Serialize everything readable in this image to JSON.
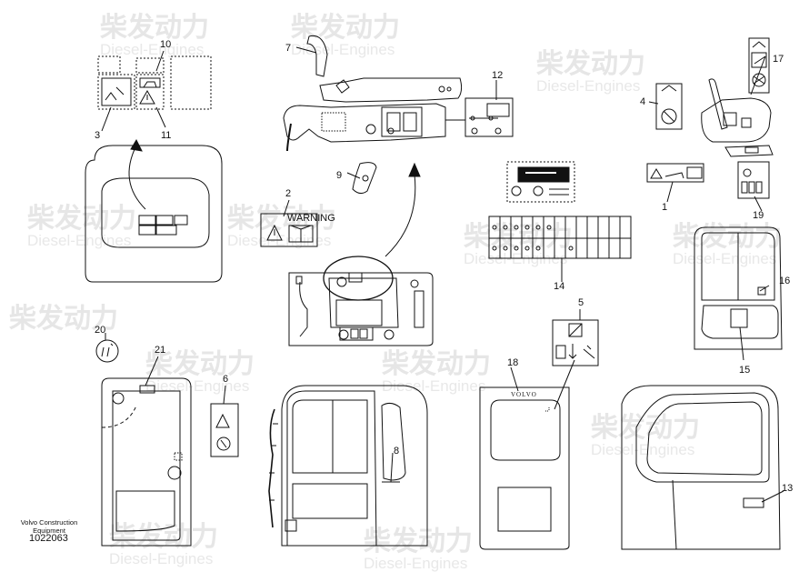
{
  "callouts": [
    "1",
    "2",
    "3",
    "4",
    "5",
    "6",
    "7",
    "8",
    "9",
    "10",
    "11",
    "12",
    "13",
    "14",
    "15",
    "16",
    "17",
    "18",
    "19",
    "20",
    "21"
  ],
  "footer": {
    "manufacturer": "Volvo Construction Equipment",
    "drawing_number": "1022063"
  },
  "label_texts": {
    "warning_decal": "WARNING",
    "brand_plate": "VOLVO"
  },
  "watermark": {
    "brand": "柴发动力",
    "subtitle": "Diesel-Engines"
  },
  "colors": {
    "line": "#111111",
    "watermark": "#e6e6e6"
  }
}
